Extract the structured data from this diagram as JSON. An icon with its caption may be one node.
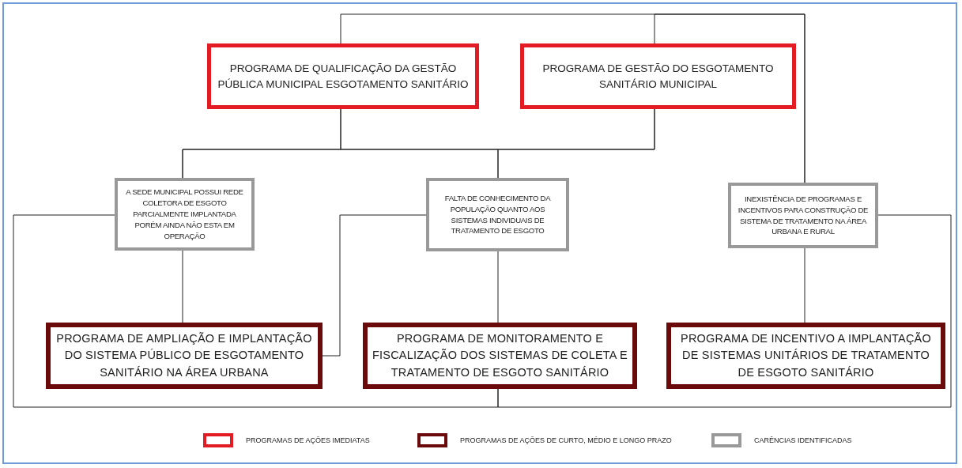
{
  "diagram": {
    "nodes": [
      {
        "text": [
          "PROGRAMA DE QUALIFICAÇÃO DA GESTÃO PÚBLICA MUNICIPAL ESGOTAMENTO SANITÁRIO"
        ]
      },
      {
        "text": [
          "PROGRAMA DE GESTÃO DO ESGOTAMENTO SANITÁRIO MUNICIPAL"
        ]
      },
      {
        "text": [
          "A SEDE MUNICIPAL POSSUI REDE COLETORA DE ESGOTO PARCIALMENTE IMPLANTADA PORÉM AINDA NÃO ESTA EM OPERAÇÃO"
        ]
      },
      {
        "text": [
          "FALTA DE CONHECIMENTO DA POPULAÇÃO QUANTO AOS SISTEMAS INDIVIDUAIS DE TRATAMENTO DE ESGOTO"
        ]
      },
      {
        "text": [
          "INEXISTÊNCIA DE PROGRAMAS E INCENTIVOS PARA CONSTRUÇÃO DE SISTEMA DE TRATAMENTO NA ÁREA URBANA E RURAL"
        ]
      },
      {
        "text": [
          "PROGRAMA DE AMPLIAÇÃO E IMPLANTAÇÃO DO SISTEMA PÚBLICO DE ESGOTAMENTO SANITÁRIO NA ÁREA URBANA"
        ]
      },
      {
        "text": [
          "PROGRAMA DE MONITORAMENTO E FISCALIZAÇÃO DOS SISTEMAS DE COLETA E TRATAMENTO DE ESGOTO SANITÁRIO"
        ]
      },
      {
        "text": [
          "PROGRAMA DE INCENTIVO A IMPLANTAÇÃO DE SISTEMAS UNITÁRIOS DE TRATAMENTO DE ESGOTO SANITÁRIO"
        ]
      }
    ],
    "edges": [
      {
        "from": 0,
        "to": 4,
        "arrow": "none"
      },
      {
        "from": 1,
        "to": 4,
        "arrow": "none"
      },
      {
        "from": 0,
        "to": 2,
        "arrow": "none"
      },
      {
        "from": 0,
        "to": 3,
        "arrow": "none"
      },
      {
        "from": 1,
        "to": 2,
        "arrow": "none"
      },
      {
        "from": 1,
        "to": 3,
        "arrow": "none"
      },
      {
        "from": 2,
        "to": 5,
        "arrow": "none"
      },
      {
        "from": 3,
        "to": 5,
        "arrow": "none"
      },
      {
        "from": 3,
        "to": 6,
        "arrow": "none"
      },
      {
        "from": 4,
        "to": 7,
        "arrow": "none"
      },
      {
        "from": 2,
        "to": 6,
        "arrow": "none"
      },
      {
        "from": 4,
        "to": 6,
        "arrow": "none"
      }
    ],
    "legend": [
      {
        "text": "PROGRAMAS DE AÇÕES IMEDIATAS",
        "color": "#e31b23"
      },
      {
        "text": "PROGRAMAS DE AÇÕES DE CURTO, MÉDIO E LONGO PRAZO",
        "color": "#6b0a0a"
      },
      {
        "text": "CARÊNCIAS IDENTIFICADAS",
        "color": "#999999"
      }
    ]
  }
}
